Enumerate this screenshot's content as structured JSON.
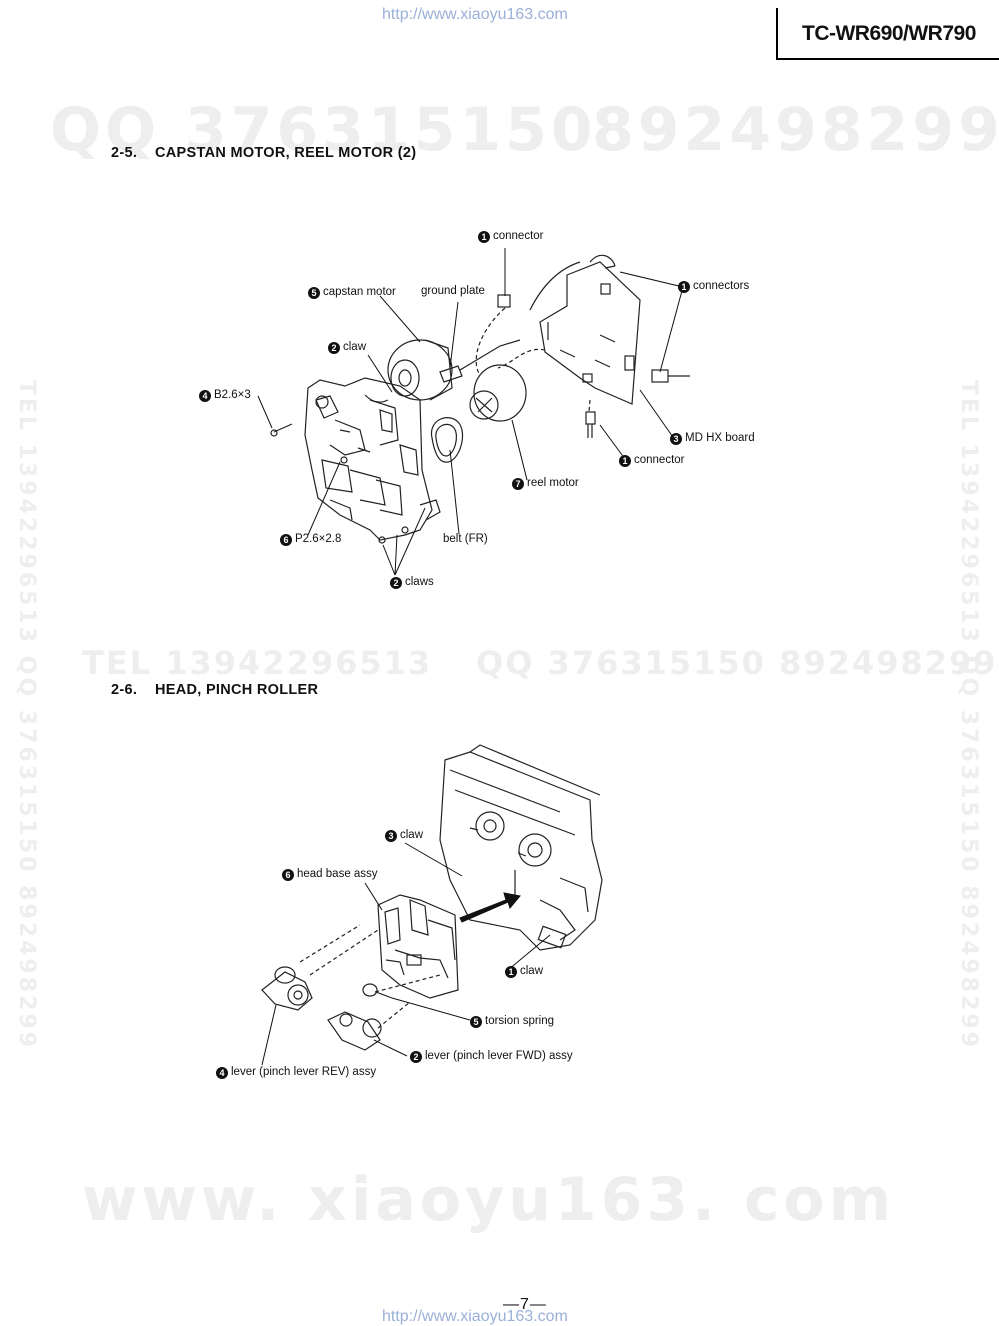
{
  "header": {
    "url_top": "http://www.xiaoyu163.com",
    "model": "TC-WR690/WR790"
  },
  "watermarks": {
    "qq_top": "QQ 376315150",
    "qq_top_2": "892498299",
    "tel_mid": "TEL 13942296513",
    "qq_mid": "QQ 376315150 892498299",
    "vertical_left": "TEL 13942296513 QQ 376315150 892498299",
    "vertical_right": "TEL 13942296513 QQ 376315150 892498299",
    "bottom": "www. xiaoyu163. com"
  },
  "section_25": {
    "number": "2-5.",
    "title": "CAPSTAN MOTOR, REEL MOTOR (2)",
    "labels": {
      "connector_top": {
        "num": "1",
        "text": "connector"
      },
      "connectors": {
        "num": "1",
        "text": "connectors"
      },
      "capstan_motor": {
        "num": "5",
        "text": "capstan motor"
      },
      "ground_plate": {
        "num": "",
        "text": "ground plate"
      },
      "claw": {
        "num": "2",
        "text": "claw"
      },
      "screw_b": {
        "num": "4",
        "text": "B2.6×3"
      },
      "md_hx_board": {
        "num": "3",
        "text": "MD HX board"
      },
      "connector_bottom": {
        "num": "1",
        "text": "connector"
      },
      "reel_motor": {
        "num": "7",
        "text": "reel motor"
      },
      "screw_p": {
        "num": "6",
        "text": "P2.6×2.8"
      },
      "belt": {
        "num": "",
        "text": "belt (FR)"
      },
      "claws": {
        "num": "2",
        "text": "claws"
      }
    }
  },
  "section_26": {
    "number": "2-6.",
    "title": "HEAD, PINCH ROLLER",
    "labels": {
      "claw_3": {
        "num": "3",
        "text": "claw"
      },
      "head_base": {
        "num": "6",
        "text": "head base assy"
      },
      "claw_1": {
        "num": "1",
        "text": "claw"
      },
      "torsion_spring": {
        "num": "5",
        "text": "torsion spring"
      },
      "lever_fwd": {
        "num": "2",
        "text": "lever (pinch lever FWD) assy"
      },
      "lever_rev": {
        "num": "4",
        "text": "lever (pinch lever REV) assy"
      }
    }
  },
  "footer": {
    "page_number": "—7—",
    "url_bottom": "http://www.xiaoyu163.com"
  }
}
